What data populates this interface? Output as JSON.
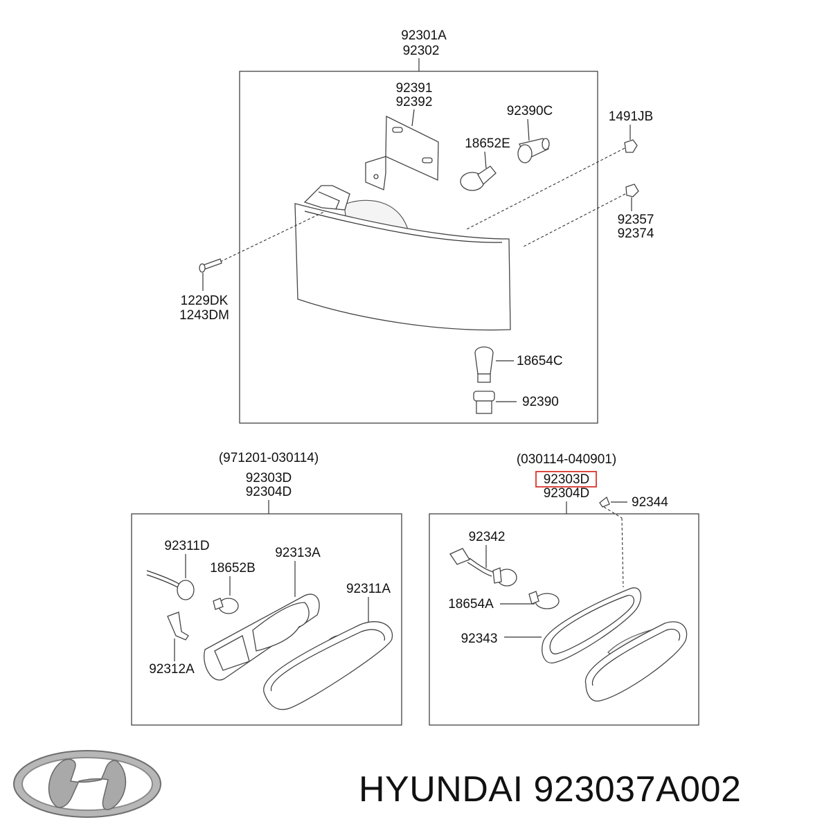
{
  "diagram": {
    "top_assembly": {
      "parts": [
        "92301A",
        "92302"
      ],
      "bracket": [
        "92391",
        "92392"
      ],
      "socket_c": "92390C",
      "bulb_e": "18652E",
      "screw_jb": "1491JB",
      "nut": [
        "92357",
        "92374"
      ],
      "bolt": [
        "1229DK",
        "1243DM"
      ],
      "bulb_c": "18654C",
      "socket": "92390"
    },
    "left_assembly": {
      "date_range": "(971201-030114)",
      "parts": [
        "92303D",
        "92304D"
      ],
      "socket_d": "92311D",
      "bulb_b": "18652B",
      "gasket_a": "92313A",
      "lens_a": "92311A",
      "clip_a": "92312A"
    },
    "right_assembly": {
      "date_range": "(030114-040901)",
      "parts": [
        "92303D",
        "92304D"
      ],
      "highlighted_part": "92303D",
      "highlight_color": "#d9342b",
      "clip": "92344",
      "socket_wire": "92342",
      "bulb_a": "18654A",
      "gasket": "92343"
    }
  },
  "footer": {
    "logo": "hyundai-logo",
    "brand": "HYUNDAI",
    "part_number": "923037A002",
    "caption": "HYUNDAI 923037A002"
  }
}
